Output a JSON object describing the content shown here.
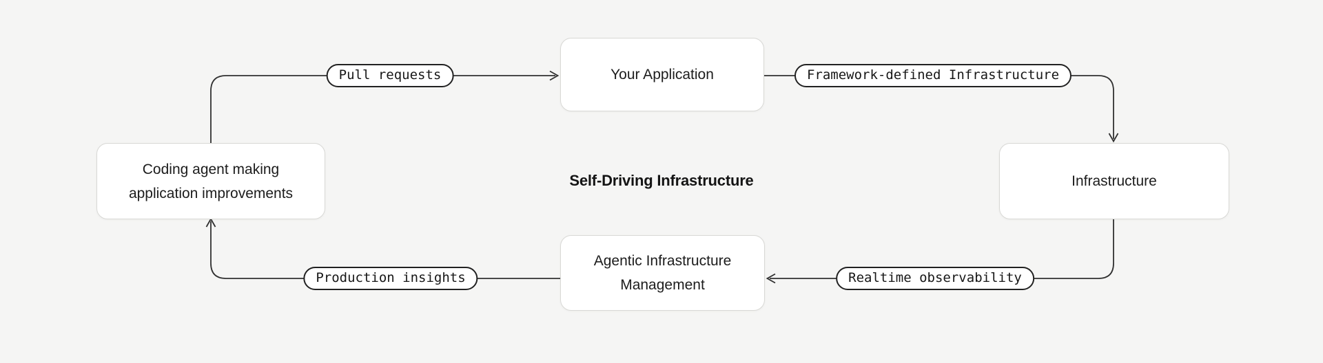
{
  "title": {
    "text": "Self-Driving Infrastructure"
  },
  "nodes": [
    {
      "id": "coding-agent",
      "label": "Coding agent making application improvements"
    },
    {
      "id": "your-application",
      "label": "Your Application"
    },
    {
      "id": "infrastructure",
      "label": "Infrastructure"
    },
    {
      "id": "agentic-infrastructure-management",
      "label": "Agentic Infrastructure Management"
    }
  ],
  "edges": [
    {
      "from": "coding-agent",
      "to": "your-application",
      "label": "Pull requests"
    },
    {
      "from": "your-application",
      "to": "infrastructure",
      "label": "Framework-defined Infrastructure"
    },
    {
      "from": "infrastructure",
      "to": "agentic-infrastructure-management",
      "label": "Realtime observability"
    },
    {
      "from": "agentic-infrastructure-management",
      "to": "coding-agent",
      "label": "Production insights"
    }
  ],
  "colors": {
    "background": "#f5f5f4",
    "node_fill": "#ffffff",
    "node_border": "#d8d8d5",
    "wire": "#303030",
    "pill_border": "#212121",
    "text": "#1c1c1c"
  }
}
